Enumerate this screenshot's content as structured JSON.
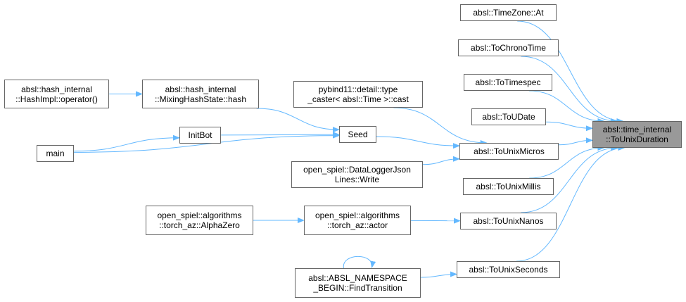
{
  "colors": {
    "edge": "#63b8ff",
    "node_border": "#666666",
    "focus_fill": "#999999"
  },
  "nodes": {
    "focus": {
      "lines": [
        "absl::time_internal",
        "::ToUnixDuration"
      ]
    },
    "timezone_at": {
      "lines": [
        "absl::TimeZone::At"
      ]
    },
    "chrono": {
      "lines": [
        "absl::ToChronoTime"
      ]
    },
    "timespec": {
      "lines": [
        "absl::ToTimespec"
      ]
    },
    "udate": {
      "lines": [
        "absl::ToUDate"
      ]
    },
    "micros": {
      "lines": [
        "absl::ToUnixMicros"
      ]
    },
    "millis": {
      "lines": [
        "absl::ToUnixMillis"
      ]
    },
    "nanos": {
      "lines": [
        "absl::ToUnixNanos"
      ]
    },
    "seconds": {
      "lines": [
        "absl::ToUnixSeconds"
      ]
    },
    "pybind": {
      "lines": [
        "pybind11::detail::type",
        "_caster< absl::Time >::cast"
      ]
    },
    "seed": {
      "lines": [
        "Seed"
      ]
    },
    "datalogger": {
      "lines": [
        "open_spiel::DataLoggerJson",
        "Lines::Write"
      ]
    },
    "actor": {
      "lines": [
        "open_spiel::algorithms",
        "::torch_az::actor"
      ]
    },
    "findtrans": {
      "lines": [
        "absl::ABSL_NAMESPACE",
        "_BEGIN::FindTransition"
      ]
    },
    "mixhash": {
      "lines": [
        "absl::hash_internal",
        "::MixingHashState::hash"
      ]
    },
    "initbot": {
      "lines": [
        "InitBot"
      ]
    },
    "alphazero": {
      "lines": [
        "open_spiel::algorithms",
        "::torch_az::AlphaZero"
      ]
    },
    "hashimpl": {
      "lines": [
        "absl::hash_internal",
        "::HashImpl::operator()"
      ]
    },
    "main": {
      "lines": [
        "main"
      ]
    }
  },
  "edges": [
    [
      "timezone_at",
      "focus"
    ],
    [
      "chrono",
      "focus"
    ],
    [
      "timespec",
      "focus"
    ],
    [
      "udate",
      "focus"
    ],
    [
      "micros",
      "focus"
    ],
    [
      "millis",
      "focus"
    ],
    [
      "nanos",
      "focus"
    ],
    [
      "seconds",
      "focus"
    ],
    [
      "pybind",
      "micros"
    ],
    [
      "seed",
      "micros"
    ],
    [
      "datalogger",
      "micros"
    ],
    [
      "actor",
      "nanos"
    ],
    [
      "findtrans",
      "seconds"
    ],
    [
      "findtrans",
      "findtrans"
    ],
    [
      "mixhash",
      "seed"
    ],
    [
      "initbot",
      "seed"
    ],
    [
      "main",
      "seed"
    ],
    [
      "main",
      "initbot"
    ],
    [
      "alphazero",
      "actor"
    ],
    [
      "hashimpl",
      "mixhash"
    ]
  ]
}
